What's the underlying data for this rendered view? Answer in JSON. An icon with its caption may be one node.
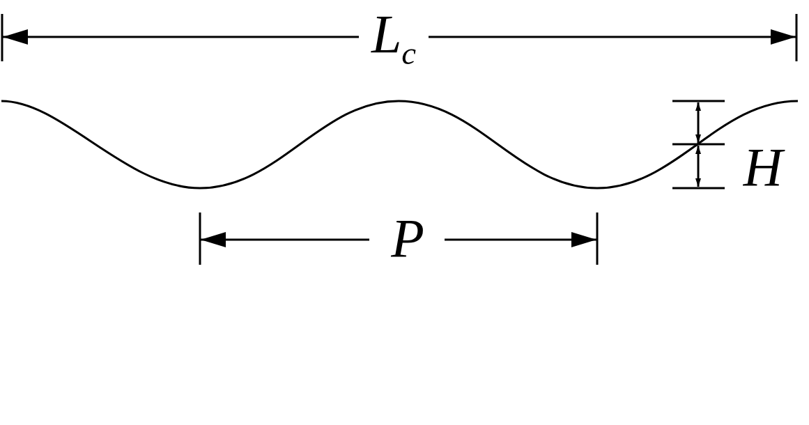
{
  "diagram": {
    "labels": [
      "L$_{c}$",
      "H",
      "P"
    ]
  }
}
